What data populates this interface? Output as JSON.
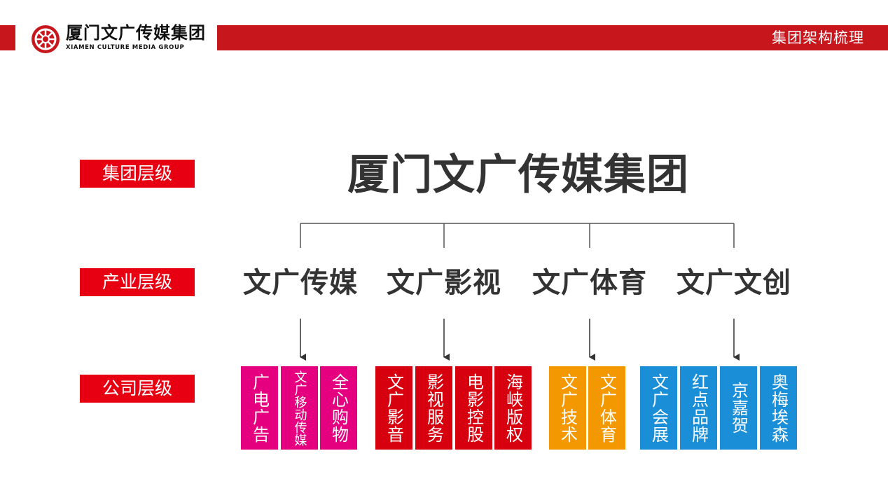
{
  "header": {
    "logo_cn": "厦门文广传媒集团",
    "logo_en": "XIAMEN CULTURE MEDIA GROUP",
    "section_title": "集团架构梳理"
  },
  "levels": {
    "group": "集团层级",
    "industry": "产业层级",
    "company": "公司层级"
  },
  "group_name": "厦门文广传媒集团",
  "industries": [
    "文广传媒",
    "文广影视",
    "文广体育",
    "文广文创"
  ],
  "companies": [
    {
      "name": "广电广告",
      "color": "#e4007f"
    },
    {
      "name": "文广移动传媒",
      "color": "#e4007f"
    },
    {
      "name": "全心购物",
      "color": "#e4007f"
    },
    {
      "name": "文广影音",
      "color": "#d7000f"
    },
    {
      "name": "影视服务",
      "color": "#d7000f"
    },
    {
      "name": "电影控股",
      "color": "#d7000f"
    },
    {
      "name": "海峡版权",
      "color": "#d7000f"
    },
    {
      "name": "文广技术",
      "color": "#f39800"
    },
    {
      "name": "文广体育",
      "color": "#f39800"
    },
    {
      "name": "文广会展",
      "color": "#1a8fd8"
    },
    {
      "name": "红点品牌",
      "color": "#1a8fd8"
    },
    {
      "name": "京嘉贺",
      "color": "#1a8fd8"
    },
    {
      "name": "奥梅埃森",
      "color": "#1a8fd8"
    }
  ],
  "colors": {
    "brand_red": "#c8161d",
    "label_red": "#e60012"
  }
}
